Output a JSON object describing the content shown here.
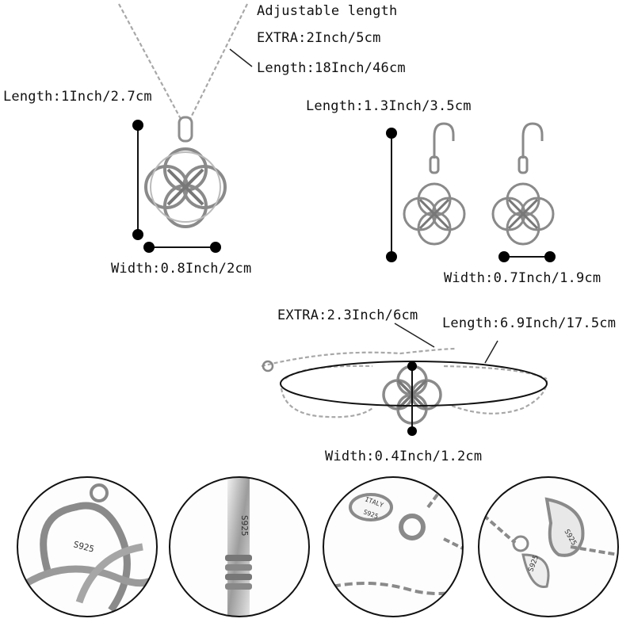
{
  "colors": {
    "background": "#ffffff",
    "silver": "#b8b8b8",
    "silver_dark": "#6e6e6e",
    "marker": "#000000"
  },
  "necklace": {
    "adjustable": "Adjustable length",
    "extra": "EXTRA:2Inch/5cm",
    "length": "Length:18Inch/46cm",
    "pendant_length": "Length:1Inch/2.7cm",
    "pendant_width": "Width:0.8Inch/2cm"
  },
  "earrings": {
    "length": "Length:1.3Inch/3.5cm",
    "width": "Width:0.7Inch/1.9cm"
  },
  "bracelet": {
    "extra": "EXTRA:2.3Inch/6cm",
    "length": "Length:6.9Inch/17.5cm",
    "width": "Width:0.4Inch/1.2cm"
  },
  "closeups": {
    "pendant_stamp": "S925",
    "bail_stamp": "S925",
    "clasp_tag": "ITALY",
    "clasp_stamp": "S925",
    "lobster_stamp": "S925",
    "tag_stamp": "S925"
  }
}
